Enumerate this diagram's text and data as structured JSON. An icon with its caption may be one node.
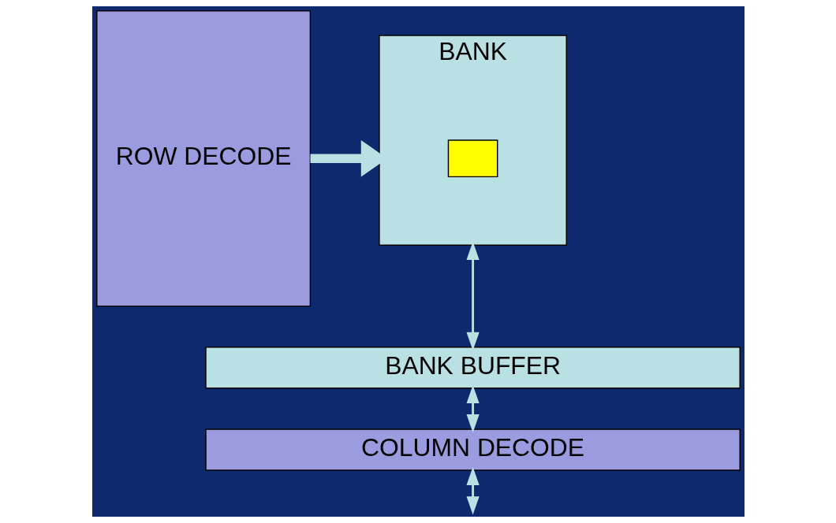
{
  "diagram": {
    "nodes": [
      {
        "text": [
          "ROW DECODE"
        ]
      },
      {
        "text": [
          "BANK"
        ]
      },
      {
        "text": [],
        "shape": "box",
        "in": 1
      },
      {
        "text": [
          "BANK BUFFER"
        ]
      },
      {
        "text": [
          "COLUMN DECODE"
        ]
      }
    ],
    "edges": [
      {
        "from": 0,
        "to": 1,
        "arrow": "to",
        "style": "thick"
      },
      {
        "from": 1,
        "to": 3,
        "arrow": "both"
      },
      {
        "from": 3,
        "to": 4,
        "arrow": "both"
      },
      {
        "from": 4,
        "to": null,
        "arrow": "both"
      }
    ]
  }
}
